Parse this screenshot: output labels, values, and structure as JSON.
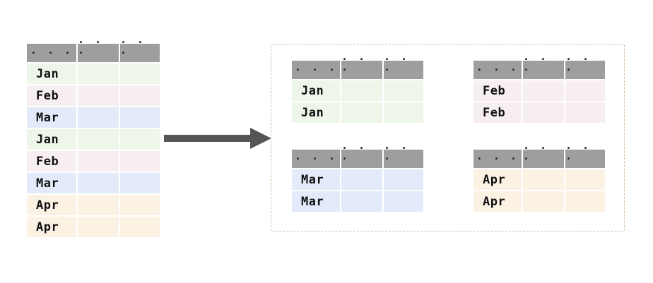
{
  "diagram": {
    "title": "groupby split diagram",
    "background_color": "#ffffff",
    "header_color": "#9e9e9e",
    "arrow_color": "#555555",
    "group_box_border_color": "#d8bca2",
    "header_placeholder": "· · ·"
  },
  "colors": {
    "jan": "#eef5e9",
    "feb": "#f6eef1",
    "mar": "#e3ebfa",
    "apr": "#fbf2e4",
    "header_gray": "#9e9e9e"
  },
  "source_table": {
    "name": "source-table",
    "columns": [
      "· · ·",
      "· · ·",
      "· · ·"
    ],
    "rows": [
      {
        "label": "Jan",
        "group": "jan"
      },
      {
        "label": "Feb",
        "group": "feb"
      },
      {
        "label": "Mar",
        "group": "mar"
      },
      {
        "label": "Jan",
        "group": "jan"
      },
      {
        "label": "Feb",
        "group": "feb"
      },
      {
        "label": "Mar",
        "group": "mar"
      },
      {
        "label": "Apr",
        "group": "apr"
      },
      {
        "label": "Apr",
        "group": "apr"
      }
    ]
  },
  "arrow": {
    "name": "transform-arrow",
    "direction": "right"
  },
  "group_tables": [
    {
      "name": "group-table-jan",
      "group": "jan",
      "columns": [
        "· · ·",
        "· · ·",
        "· · ·"
      ],
      "rows": [
        {
          "label": "Jan"
        },
        {
          "label": "Jan"
        }
      ]
    },
    {
      "name": "group-table-feb",
      "group": "feb",
      "columns": [
        "· · ·",
        "· · ·",
        "· · ·"
      ],
      "rows": [
        {
          "label": "Feb"
        },
        {
          "label": "Feb"
        }
      ]
    },
    {
      "name": "group-table-mar",
      "group": "mar",
      "columns": [
        "· · ·",
        "· · ·",
        "· · ·"
      ],
      "rows": [
        {
          "label": "Mar"
        },
        {
          "label": "Mar"
        }
      ]
    },
    {
      "name": "group-table-apr",
      "group": "apr",
      "columns": [
        "· · ·",
        "· · ·",
        "· · ·"
      ],
      "rows": [
        {
          "label": "Apr"
        },
        {
          "label": "Apr"
        }
      ]
    }
  ]
}
